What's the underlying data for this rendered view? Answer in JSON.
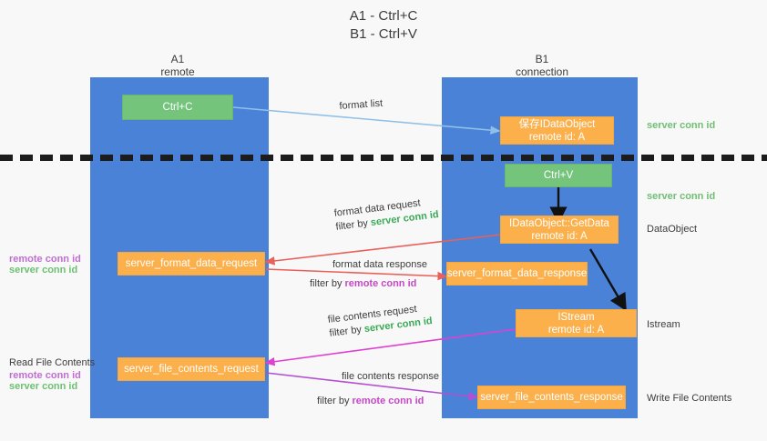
{
  "title": "A1 - Ctrl+C\nB1 - Ctrl+V",
  "columns": [
    {
      "name": "A1",
      "sub": "remote"
    },
    {
      "name": "B1",
      "sub": "connection"
    }
  ],
  "nodes": {
    "ctrl_c": {
      "line1": "Ctrl+C"
    },
    "ctrl_v": {
      "line1": "Ctrl+V"
    },
    "idataobject": {
      "line1": "保存IDataObject",
      "line2": "remote id: A"
    },
    "getdata": {
      "line1": "IDataObject::GetData",
      "line2": "remote id: A"
    },
    "istream": {
      "line1": "IStream",
      "line2": "remote id: A"
    },
    "server_format_data_request": {
      "line1": "server_format_data_request"
    },
    "server_format_data_response": {
      "line1": "server_format_data_response"
    },
    "server_file_contents_request": {
      "line1": "server_file_contents_request"
    },
    "server_file_contents_response": {
      "line1": "server_file_contents_response"
    }
  },
  "edges": {
    "format_list": {
      "label": "format list"
    },
    "format_data_request": {
      "label": "format data request",
      "filter_prefix": "filter by ",
      "filter_token": "server conn id"
    },
    "format_data_response": {
      "label": "format data response",
      "filter_prefix": "filter by ",
      "filter_token": "remote conn id"
    },
    "file_contents_request": {
      "label": "file contents request",
      "filter_prefix": "filter by ",
      "filter_token": "server conn id"
    },
    "file_contents_response": {
      "label": "file contents response",
      "filter_prefix": "filter by ",
      "filter_token": "remote conn id"
    }
  },
  "right_labels": [
    {
      "text": "server conn id",
      "kind": "green"
    },
    {
      "text": "server conn id",
      "kind": "green"
    },
    {
      "text": "DataObject",
      "kind": "plain"
    },
    {
      "text": "Istream",
      "kind": "plain"
    },
    {
      "text": "Write File Contents",
      "kind": "plain"
    }
  ],
  "left_labels": {
    "group1": {
      "remote": "remote conn id",
      "server": "server conn id"
    },
    "group2": {
      "title": "Read File Contents",
      "remote": "remote conn id",
      "server": "server conn id"
    }
  },
  "colors": {
    "lane": "#4a82d8",
    "green_node": "#74c47c",
    "orange_node": "#fbb04c",
    "green_text": "#3aaa56",
    "purple_text": "#c648c6",
    "arrow_blue": "#8fc0e8",
    "arrow_red": "#e8605a",
    "arrow_magenta": "#e040d0",
    "arrow_purple": "#b44fd0",
    "arrow_black": "#111111",
    "background": "#f8f8f8"
  }
}
